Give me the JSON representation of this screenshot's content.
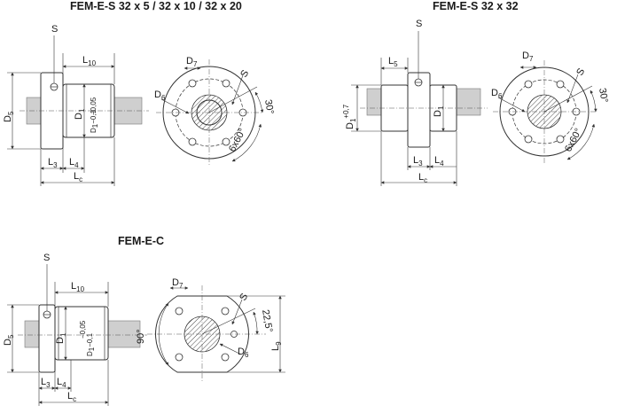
{
  "titles": {
    "top_left": "FEM-E-S 32 x 5 / 32 x 10 / 32 x 20",
    "top_right": "FEM-E-S 32 x 32",
    "bottom": "FEM-E-C"
  },
  "labels": {
    "S": "S",
    "L": "L",
    "D": "D",
    "sub_10": "10",
    "sub_3": "3",
    "sub_4": "4",
    "sub_5": "5",
    "sub_c": "c",
    "sub_1": "1",
    "sub_6": "6",
    "sub_7": "7",
    "sub_9": "9",
    "tol_minus": "−0,05",
    "tol_minus2": "−0,1",
    "tol_plus": "+0,7",
    "angle_30": "30°",
    "angle_6x60": "6x60°",
    "angle_225": "22,5°",
    "angle_90": "90°"
  }
}
